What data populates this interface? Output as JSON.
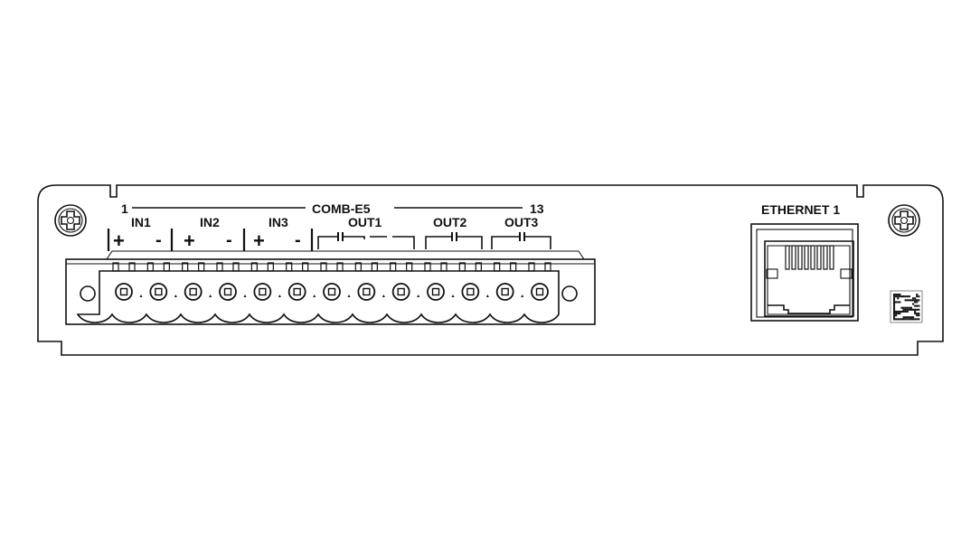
{
  "panel": {
    "connector_label": "COMB-E5",
    "pin_first": "1",
    "pin_last": "13",
    "inputs": [
      {
        "label": "IN1",
        "plus": "+",
        "minus": "-"
      },
      {
        "label": "IN2",
        "plus": "+",
        "minus": "-"
      },
      {
        "label": "IN3",
        "plus": "+",
        "minus": "-"
      }
    ],
    "outputs": [
      {
        "label": "OUT1"
      },
      {
        "label": "OUT2"
      },
      {
        "label": "OUT3"
      }
    ],
    "ethernet_label": "ETHERNET 1",
    "terminal_count": 13
  }
}
